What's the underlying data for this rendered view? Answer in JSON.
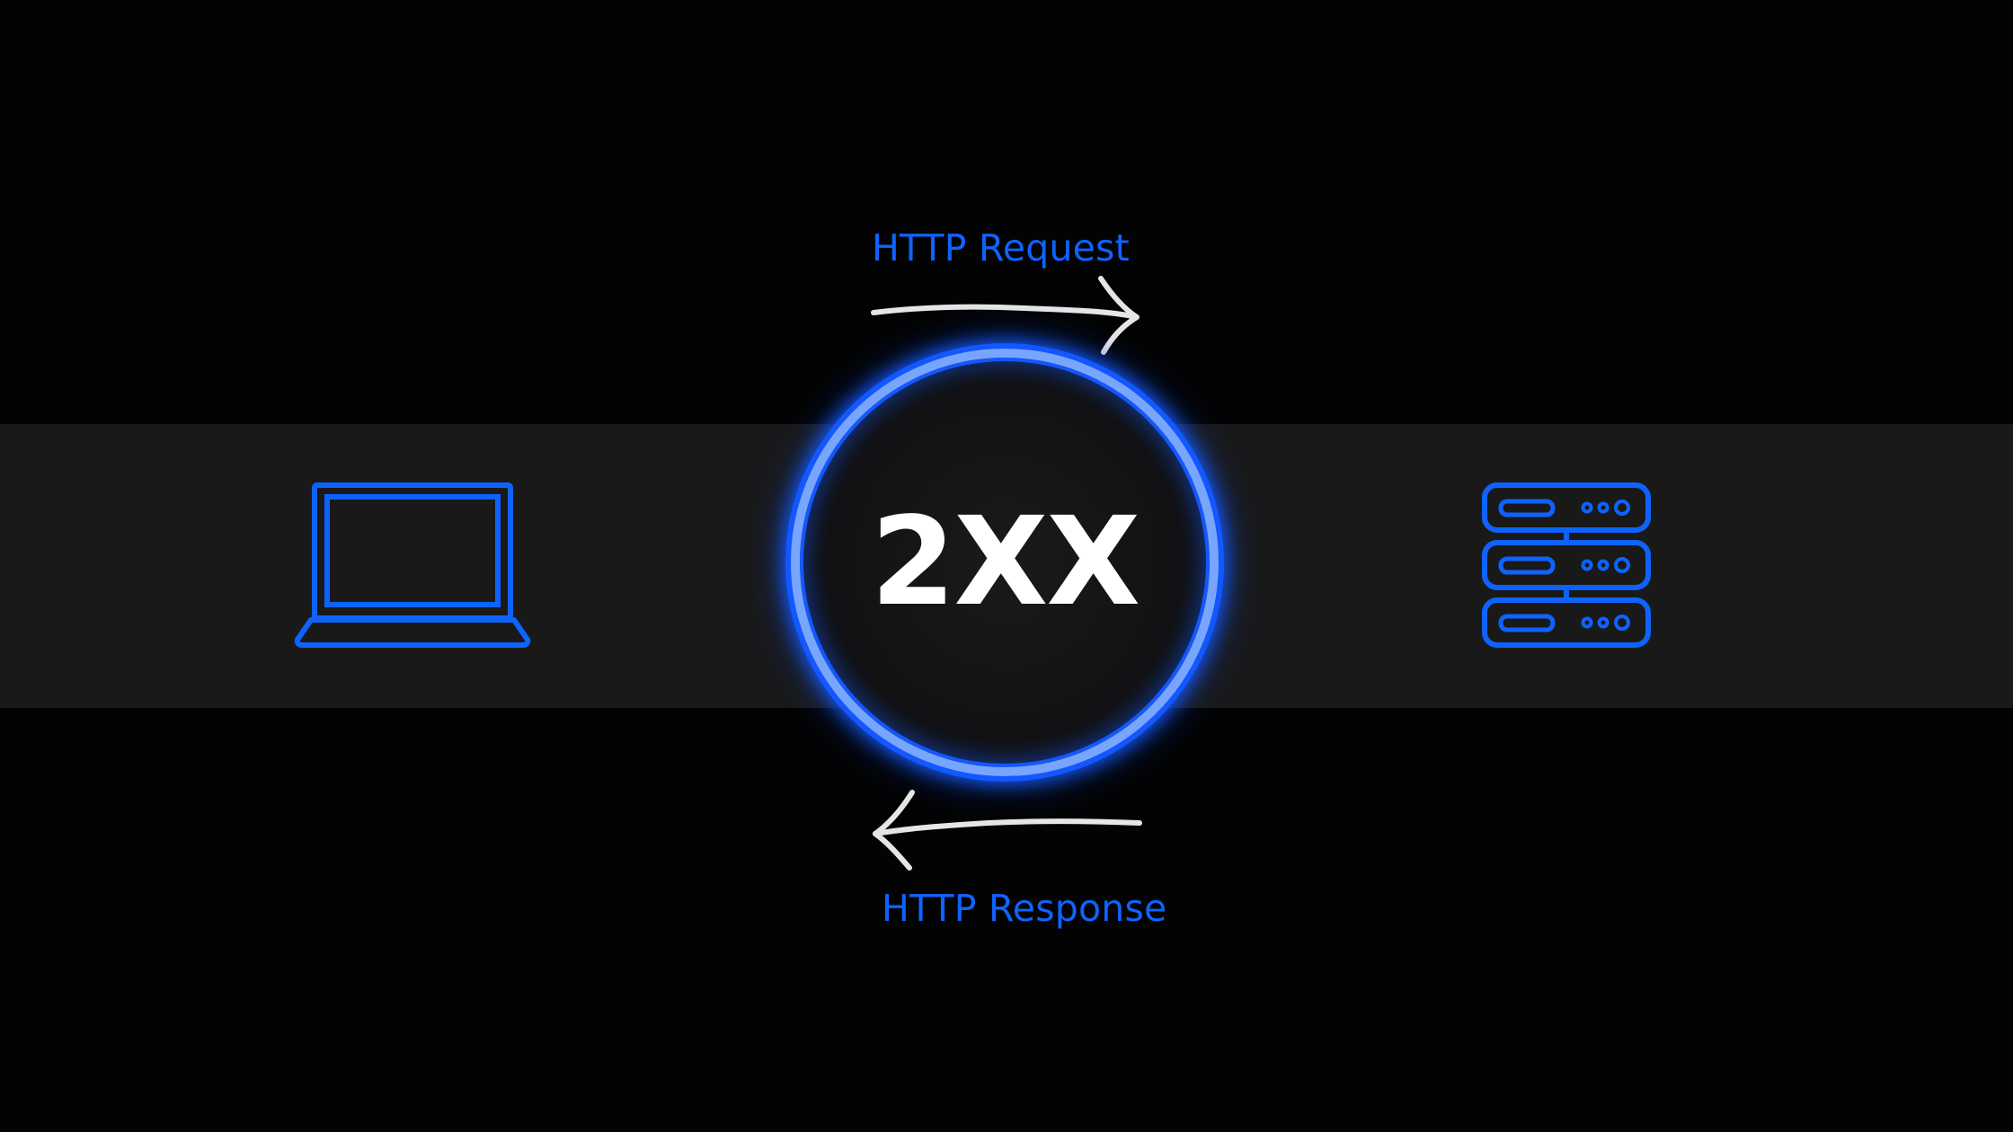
{
  "diagram": {
    "request_label": "HTTP Request",
    "response_label": "HTTP Response",
    "status_code": "2XX",
    "icons": {
      "client": "laptop-icon",
      "server": "server-rack-icon"
    },
    "colors": {
      "background": "#030303",
      "band": "#19191a",
      "accent_blue": "#0e63ff",
      "ring_light": "#78a6ff",
      "arrow": "#e6e6e6",
      "status_text": "#ffffff"
    }
  }
}
